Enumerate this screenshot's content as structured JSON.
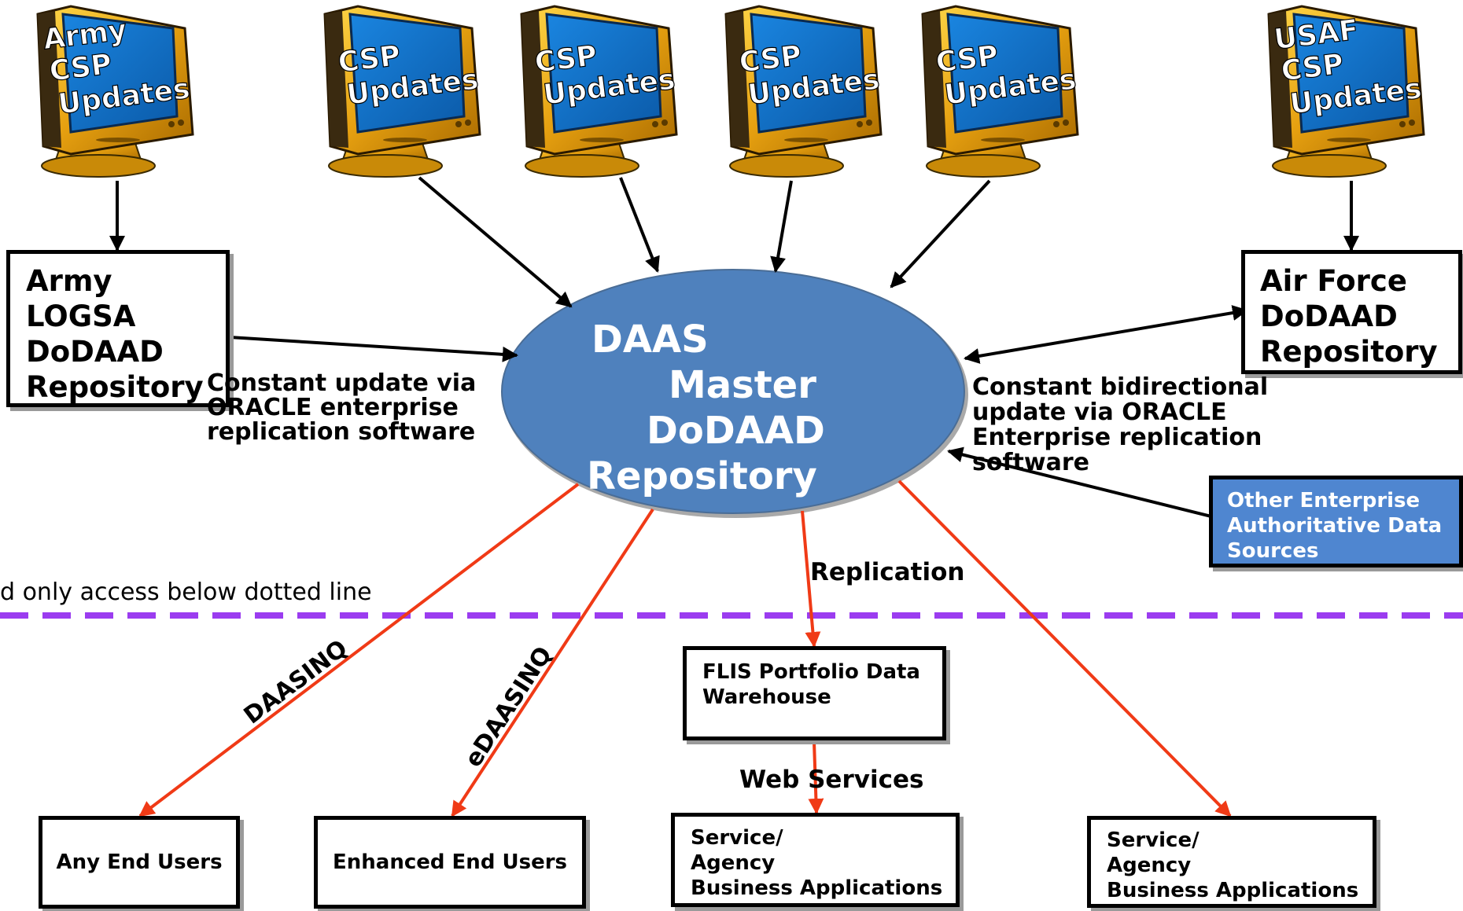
{
  "monitors": [
    {
      "lines": [
        "Army",
        "CSP",
        "Updates"
      ]
    },
    {
      "lines": [
        "CSP",
        "Updates"
      ]
    },
    {
      "lines": [
        "CSP",
        "Updates"
      ]
    },
    {
      "lines": [
        "CSP",
        "Updates"
      ]
    },
    {
      "lines": [
        "CSP",
        "Updates"
      ]
    },
    {
      "lines": [
        "USAF",
        "CSP",
        "Updates"
      ]
    }
  ],
  "army_repository": {
    "lines": [
      "Army",
      "LOGSA",
      "DoDAAD",
      "Repository"
    ]
  },
  "air_force_repository": {
    "lines": [
      "Air Force",
      "DoDAAD",
      "Repository"
    ]
  },
  "master_repository": {
    "lines": [
      "DAAS",
      "Master",
      "DoDAAD",
      "Repository"
    ]
  },
  "other_sources": {
    "lines": [
      "Other Enterprise",
      "Authoritative Data",
      "Sources"
    ]
  },
  "constant_update_label": {
    "lines": [
      "Constant update via",
      "ORACLE enterprise",
      "replication software"
    ]
  },
  "bidirectional_label": {
    "lines": [
      "Constant bidirectional",
      "update via ORACLE",
      "Enterprise replication",
      "software"
    ]
  },
  "dotted_line_caption": "d only access below dotted line",
  "replication_label": "Replication",
  "web_services_label": "Web Services",
  "daasinq_label": "DAASINQ",
  "edaasinq_label": "eDAASINQ",
  "flis_warehouse": {
    "lines": [
      "FLIS Portfolio Data",
      "Warehouse"
    ]
  },
  "any_end_users": "Any End Users",
  "enhanced_end_users": "Enhanced End Users",
  "service_apps_center": {
    "lines": [
      "Service/",
      "Agency",
      "Business Applications"
    ]
  },
  "service_apps_right": {
    "lines": [
      "Service/",
      "Agency",
      "Business Applications"
    ]
  },
  "colors": {
    "monitor_frame": "#d99a0c",
    "monitor_screen": "#1170c8",
    "ellipse_fill": "#4f81bd",
    "other_sources_fill": "#4f86d0",
    "dashed_line": "#9b3cf0",
    "red_arrow": "#f03a16",
    "black_arrow": "#000000"
  }
}
